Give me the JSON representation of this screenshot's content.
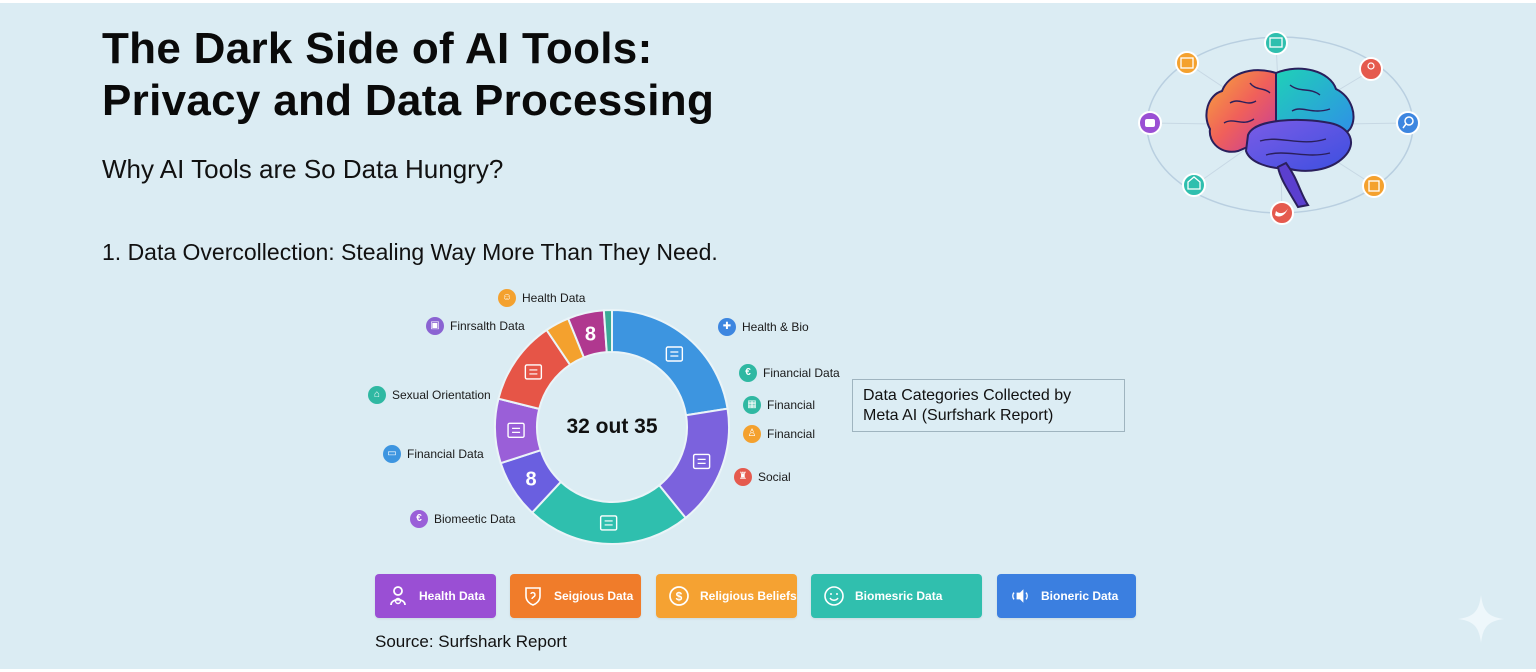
{
  "slide": {
    "title_line1": "The Dark Side of AI Tools:",
    "title_line2": "Privacy and Data Processing",
    "subtitle": "Why AI Tools are So Data Hungry?",
    "section_heading": "1. Data Overcollection: Stealing Way More Than They Need.",
    "source": "Source: Surfshark Report",
    "caption_line1": "Data Categories Collected by",
    "caption_line2": "Meta AI (Surfshark Report)"
  },
  "colors": {
    "background": "#dbecf3",
    "blue": "#3d95e0",
    "lavender": "#7b62dd",
    "teal": "#2fbfae",
    "indigo": "#6a5fe0",
    "violet": "#9a5fd8",
    "red": "#e65547",
    "orange": "#f4a12e",
    "magenta": "#b0388f",
    "green": "#3aaa96"
  },
  "chart_data": {
    "type": "pie",
    "variant": "donut",
    "title": "Data Categories Collected by Meta AI (Surfshark Report)",
    "center_label": "32 out 35",
    "segments": [
      {
        "color": "#3d95e0",
        "start_deg": 0,
        "end_deg": 81,
        "icon": "envelope-icon"
      },
      {
        "color": "#7b62dd",
        "start_deg": 81,
        "end_deg": 141,
        "icon": "chat-icon"
      },
      {
        "color": "#2fbfae",
        "start_deg": 141,
        "end_deg": 223,
        "icon": "document-icon"
      },
      {
        "color": "#6a5fe0",
        "start_deg": 223,
        "end_deg": 252,
        "icon": "8"
      },
      {
        "color": "#9a5fd8",
        "start_deg": 252,
        "end_deg": 284,
        "icon": "id-card-icon"
      },
      {
        "color": "#e65547",
        "start_deg": 284,
        "end_deg": 326,
        "icon": "clipboard-icon"
      },
      {
        "color": "#f4a12e",
        "start_deg": 326,
        "end_deg": 338,
        "icon": ""
      },
      {
        "color": "#b0388f",
        "start_deg": 338,
        "end_deg": 356,
        "icon": "8"
      },
      {
        "color": "#3aaa96",
        "start_deg": 356,
        "end_deg": 360,
        "icon": ""
      }
    ],
    "outer_labels": [
      {
        "text": "Health Data",
        "color": "#f4a12e",
        "icon": "mask-icon"
      },
      {
        "text": "Finrsalth Data",
        "color": "#8a63d2",
        "icon": "briefcase-icon"
      },
      {
        "text": "Sexual Orientation",
        "color": "#2fb8a2",
        "icon": "people-icon"
      },
      {
        "text": "Financial Data",
        "color": "#3d95e0",
        "icon": "card-icon"
      },
      {
        "text": "Biomeetic Data",
        "color": "#9a5fd8",
        "icon": "euro-icon"
      },
      {
        "text": "Health & Bio",
        "color": "#3d86e0",
        "icon": "health-icon"
      },
      {
        "text": "Financial Data",
        "color": "#2fb8a2",
        "icon": "euro-icon"
      },
      {
        "text": "Financial",
        "color": "#2fb8a2",
        "icon": "grid-icon"
      },
      {
        "text": "Financial",
        "color": "#f4a12e",
        "icon": "money-bag-icon"
      },
      {
        "text": "Social",
        "color": "#e55a4e",
        "icon": "tower-icon"
      }
    ],
    "legend": [
      {
        "text": "Health Data",
        "color": "#9a4fd4"
      },
      {
        "text": "Seigious Data",
        "color": "#f07c2a"
      },
      {
        "text": "Religious Beliefs",
        "color": "#f5a232"
      },
      {
        "text": "Biomesric Data",
        "color": "#30bfae"
      },
      {
        "text": "Bioneric Data",
        "color": "#3b7fe0"
      }
    ]
  }
}
